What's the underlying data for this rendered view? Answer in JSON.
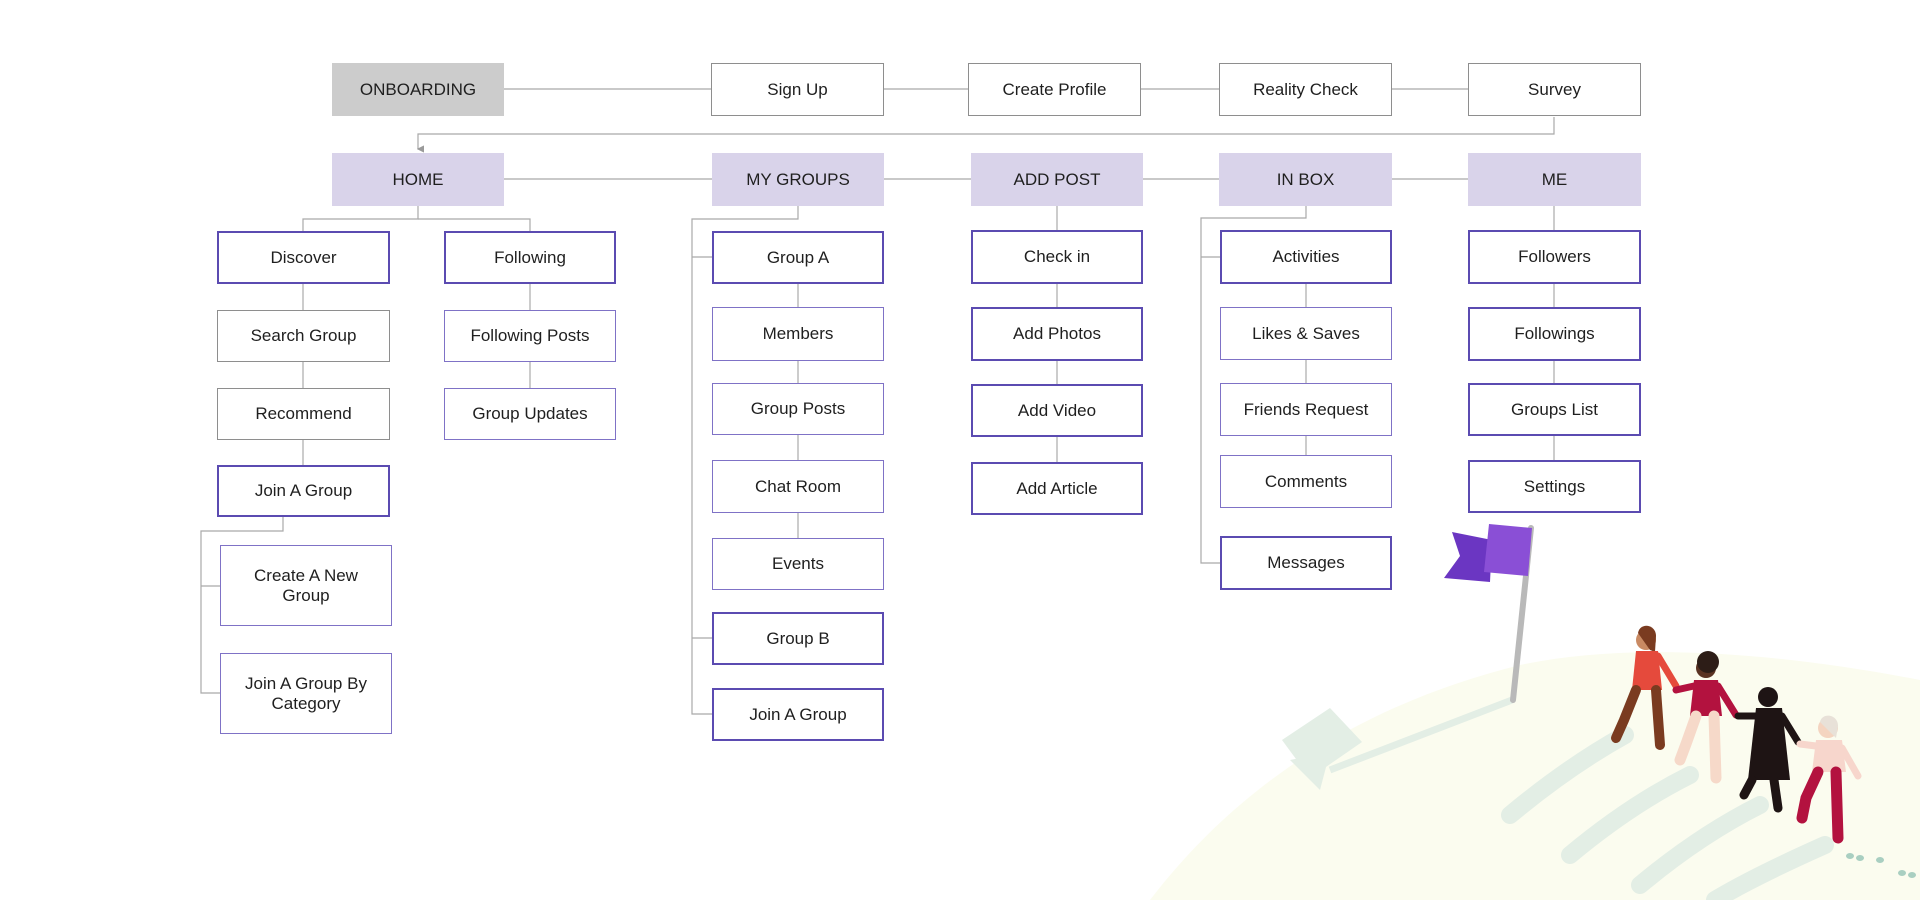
{
  "diagram": {
    "onboarding": {
      "root": "ONBOARDING",
      "steps": [
        "Sign Up",
        "Create Profile",
        "Reality Check",
        "Survey"
      ]
    },
    "sections": [
      {
        "label": "HOME",
        "columns": [
          [
            "Discover",
            "Search Group",
            "Recommend",
            "Join A Group"
          ],
          [
            "Following",
            "Following Posts",
            "Group Updates"
          ]
        ],
        "join_children": [
          "Create A New Group",
          "Join A Group By Category"
        ]
      },
      {
        "label": "MY GROUPS",
        "items": [
          "Group A",
          "Members",
          "Group Posts",
          "Chat Room",
          "Events",
          "Group B",
          "Join A Group"
        ]
      },
      {
        "label": "ADD POST",
        "items": [
          "Check in",
          "Add Photos",
          "Add Video",
          "Add Article"
        ]
      },
      {
        "label": "IN BOX",
        "items": [
          "Activities",
          "Likes & Saves",
          "Friends Request",
          "Comments",
          "Messages"
        ]
      },
      {
        "label": "ME",
        "items": [
          "Followers",
          "Followings",
          "Groups List",
          "Settings"
        ]
      }
    ]
  },
  "colors": {
    "onboarding_fill": "#cccccc",
    "section_fill": "#d9d3ea",
    "accent_border": "#5b4bb1",
    "line": "#a9a9a9",
    "flag": "#8a4fd6"
  },
  "illustration": {
    "name": "team-climbing-hill-with-flag"
  }
}
